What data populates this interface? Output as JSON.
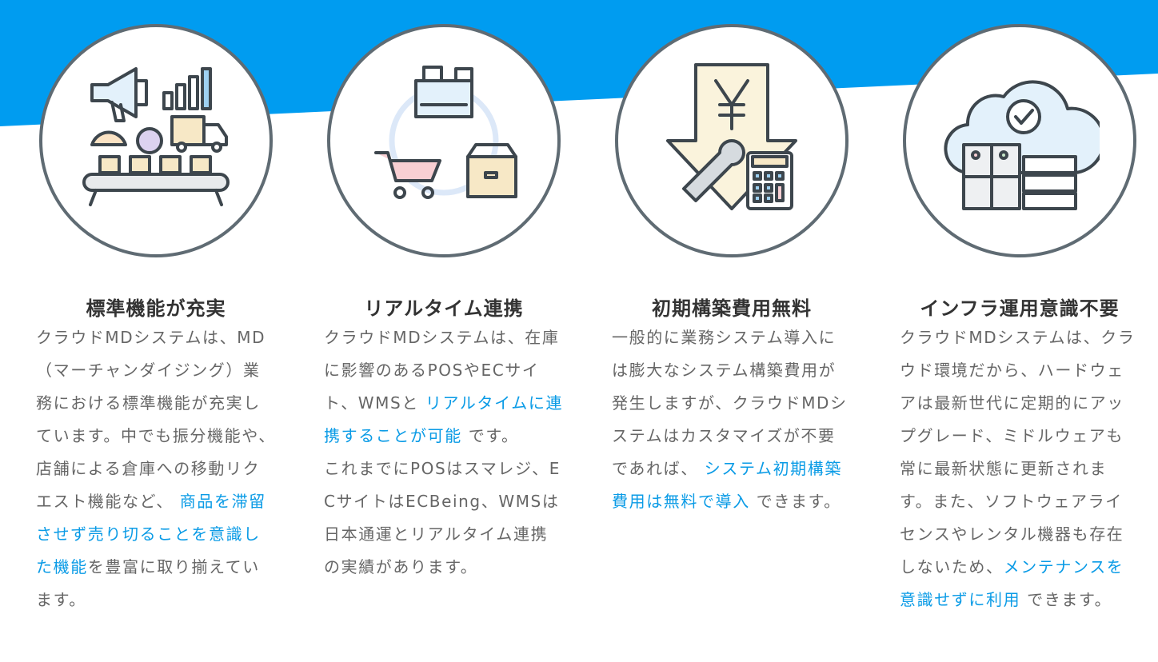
{
  "colors": {
    "banner": "#009cf0",
    "highlight": "#0a9be6",
    "circle_border": "#5f6b73"
  },
  "features": [
    {
      "icon": "conveyor-marketing-icon",
      "title": "標準機能が充実",
      "before": "クラウドMDシステムは、MD（マーチャンダイジング）業務における標準機能が充実しています。中でも振分機能や、店舗による倉庫への移動リクエスト機能など、",
      "highlight": "商品を滞留させず売り切ることを意識した機能",
      "after": "を豊富に取り揃えています。"
    },
    {
      "icon": "pos-cart-sync-icon",
      "title": "リアルタイム連携",
      "before": "クラウドMDシステムは、在庫に影響のあるPOSやECサイト、WMSと",
      "highlight": "リアルタイムに連携することが可能",
      "after": "です。",
      "extra": "これまでにPOSはスマレジ、ECサイトはECBeing、WMSは日本通運とリアルタイム連携の実績があります。"
    },
    {
      "icon": "yen-cost-down-icon",
      "title": "初期構築費用無料",
      "before": "一般的に業務システム導入には膨大なシステム構築費用が発生しますが、クラウドMDシステムはカスタマイズが不要であれば、",
      "highlight": "システム初期構築費用は無料で導入",
      "after": "できます。"
    },
    {
      "icon": "cloud-server-icon",
      "title": "インフラ運用意識不要",
      "before": "クラウドMDシステムは、クラウド環境だから、ハードウェアは最新世代に定期的にアップグレード、ミドルウェアも常に最新状態に更新されます。また、ソフトウェアライセンスやレンタル機器も存在しないため、",
      "highlight": "メンテナンスを意識せずに利用",
      "after": "できます。"
    }
  ]
}
